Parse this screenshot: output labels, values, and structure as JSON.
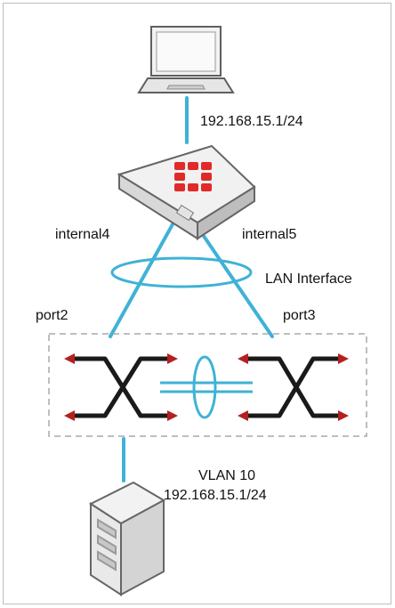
{
  "colors": {
    "link": "#3fb2d6",
    "brand": "#e02a2a",
    "arrow": "#b51f1f",
    "switch_lines": "#1a1a1a",
    "border": "#bdbdbd"
  },
  "labels": {
    "laptop_ip": "192.168.15.1/24",
    "internal4": "internal4",
    "internal5": "internal5",
    "lan_interface": "LAN Interface",
    "port2": "port2",
    "port3": "port3",
    "vlan": "VLAN 10",
    "server_ip": "192.168.15.1/24"
  },
  "icons": {
    "laptop": "laptop-icon",
    "firewall": "firewall-appliance-icon",
    "switch_left": "switch-icon",
    "switch_right": "switch-icon",
    "server": "server-tower-icon"
  }
}
